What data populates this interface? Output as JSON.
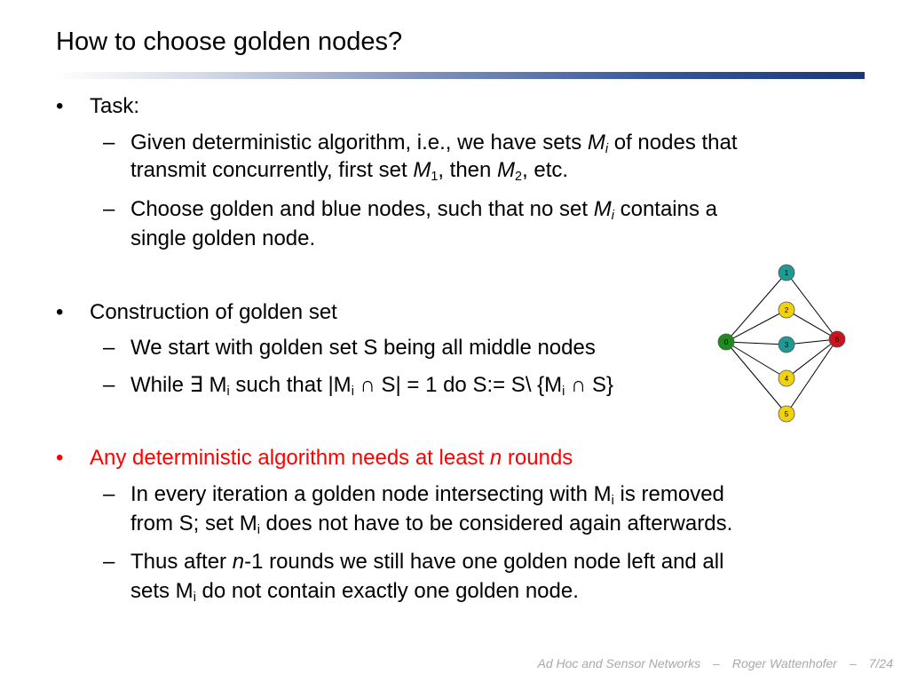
{
  "title": "How to choose golden nodes?",
  "section1": {
    "bullet": "•",
    "heading": "Task:",
    "dash": "–",
    "item1": {
      "a": "Given deterministic algorithm, i.e., we have sets ",
      "m": "M",
      "sub_i": "i",
      "b": " of nodes that",
      "c": "transmit concurrently, first set ",
      "m1": "M",
      "sub_1": "1",
      "d": ", then ",
      "m2": "M",
      "sub_2": "2",
      "e": ", etc."
    },
    "item2": {
      "a": "Choose golden and blue nodes, such that no set ",
      "m": "M",
      "sub_i": "i",
      "b": " contains a",
      "c": "single golden node."
    }
  },
  "section2": {
    "bullet": "•",
    "heading": "Construction of golden set",
    "dash": "–",
    "item1": "We start with golden set S being all middle nodes",
    "item2": {
      "a": "While ∃ M",
      "sub1": "i",
      "b": " such that |M",
      "sub2": "i",
      "c": " ∩ S| = 1 do S:= S\\ {M",
      "sub3": "i",
      "d": " ∩ S}"
    }
  },
  "section3": {
    "bullet": "•",
    "heading_a": "Any deterministic algorithm needs at least ",
    "heading_n": "n",
    "heading_b": " rounds",
    "dash": "–",
    "item1": {
      "a": "In every iteration a golden node intersecting with M",
      "sub1": "i",
      "b": " is removed",
      "c": "from S; set M",
      "sub2": "i",
      "d": " does not have to be considered again afterwards."
    },
    "item2": {
      "a": "Thus after ",
      "n": "n",
      "b": "-1 rounds we still have one golden node left and all",
      "c": "sets M",
      "sub": "i",
      "d": " do not contain exactly one golden node."
    }
  },
  "graph": {
    "colors": {
      "green": "#1e8b1e",
      "teal": "#1f9a93",
      "gold": "#f0d20e",
      "red": "#c8141e",
      "edge": "#000000"
    },
    "nodes": [
      {
        "label": "0",
        "color": "green"
      },
      {
        "label": "1",
        "color": "teal"
      },
      {
        "label": "2",
        "color": "gold"
      },
      {
        "label": "3",
        "color": "teal"
      },
      {
        "label": "4",
        "color": "gold"
      },
      {
        "label": "5",
        "color": "gold"
      },
      {
        "label": "6",
        "color": "red"
      }
    ]
  },
  "footer": {
    "course": "Ad Hoc and Sensor Networks",
    "sep1": "–",
    "author": "Roger Wattenhofer",
    "sep2": "–",
    "page": "7/24"
  }
}
